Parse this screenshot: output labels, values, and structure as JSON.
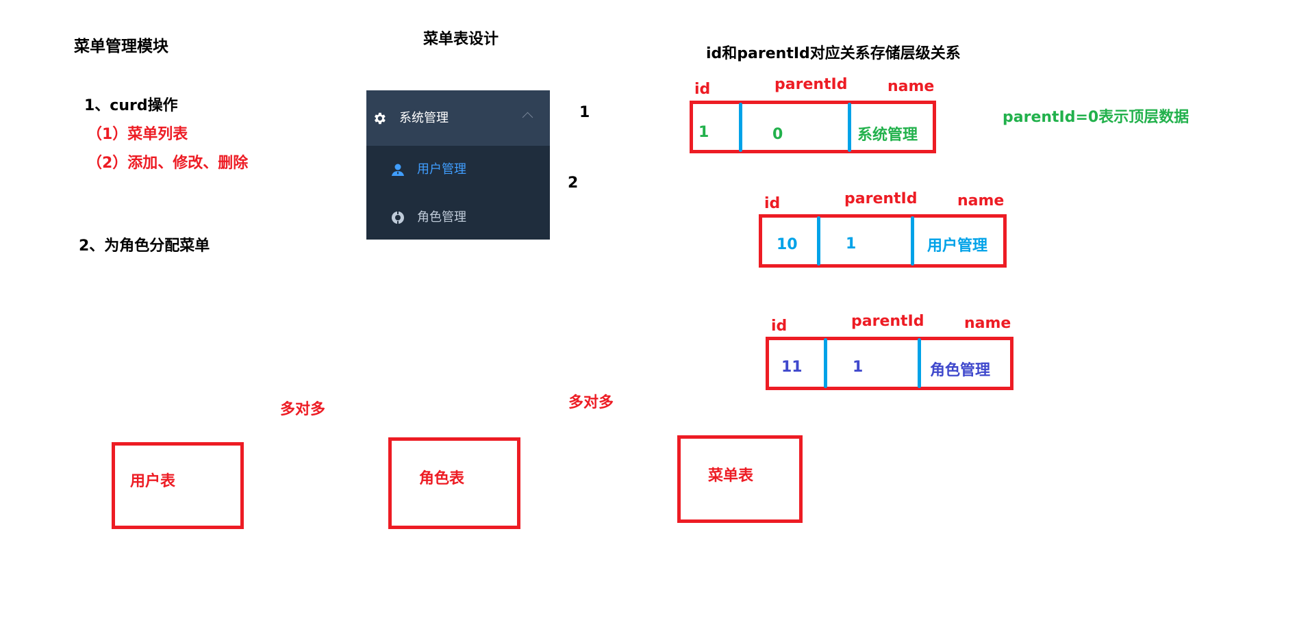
{
  "left_panel": {
    "title": "菜单管理模块",
    "item1": "1、curd操作",
    "sub1": "（1）菜单列表",
    "sub2": "（2）添加、修改、删除",
    "item2": "2、为角色分配菜单"
  },
  "menu_design": {
    "title": "菜单表设计",
    "parent": {
      "label": "系统管理",
      "icon": "gear-icon",
      "expanded": true
    },
    "children": [
      {
        "label": "用户管理",
        "icon": "user-icon",
        "active": true
      },
      {
        "label": "角色管理",
        "icon": "role-icon",
        "active": false
      }
    ],
    "level_markers": [
      "1",
      "2"
    ]
  },
  "hierarchy": {
    "title": "id和parentId对应关系存储层级关系",
    "note": "parentId=0表示顶层数据",
    "columns": [
      "id",
      "parentId",
      "name"
    ],
    "records": [
      {
        "id": "1",
        "parentId": "0",
        "name": "系统管理",
        "color": "#22B14C"
      },
      {
        "id": "10",
        "parentId": "1",
        "name": "用户管理",
        "color": "#00A2E8"
      },
      {
        "id": "11",
        "parentId": "1",
        "name": "角色管理",
        "color": "#3F48CC"
      }
    ]
  },
  "relations": {
    "entities": [
      "用户表",
      "角色表",
      "菜单表"
    ],
    "labels": [
      "多对多",
      "多对多"
    ]
  },
  "colors": {
    "red": "#ED1C24",
    "green": "#22B14C",
    "blue": "#00A2E8",
    "indigo": "#3F48CC",
    "menu_header": "#304156",
    "menu_body": "#1f2d3d",
    "menu_active": "#409EFF",
    "menu_text": "#bfcbd9"
  }
}
